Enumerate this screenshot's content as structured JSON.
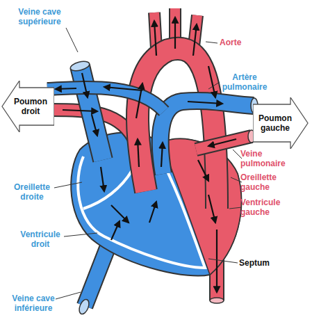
{
  "diagram": {
    "nodes": [
      {
        "text": [
          "Poumon droit"
        ]
      },
      {
        "text": [
          "Poumon gauche"
        ]
      }
    ],
    "labels": [
      "Veine cave supérieure",
      "Aorte",
      "Artère pulmonaire",
      "Veine pulmonaire",
      "Oreillette gauche",
      "Ventricule gauche",
      "Oreillette droite",
      "Ventricule droit",
      "Septum",
      "Veine cave inférieure"
    ]
  }
}
